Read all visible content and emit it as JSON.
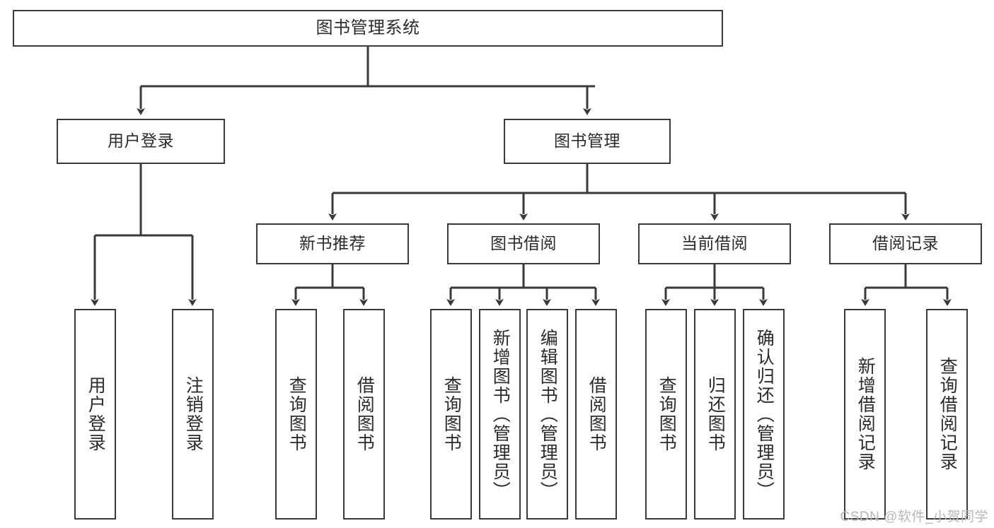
{
  "diagram": {
    "title": "图书管理系统",
    "type": "tree-hierarchy-diagram",
    "colors": {
      "background": "#ffffff",
      "box_border": "#3a3a3a",
      "box_fill": "#ffffff",
      "edge": "#3a3a3a",
      "text": "#2b2b2b",
      "watermark": "#b7b7b7"
    }
  },
  "root": {
    "label": "图书管理系统"
  },
  "level2": [
    {
      "label": "用户登录"
    },
    {
      "label": "图书管理"
    }
  ],
  "level3": [
    {
      "label": "新书推荐"
    },
    {
      "label": "图书借阅"
    },
    {
      "label": "当前借阅"
    },
    {
      "label": "借阅记录"
    }
  ],
  "leaves": {
    "user_login": [
      {
        "label": "用户登录"
      },
      {
        "label": "注销登录"
      }
    ],
    "new_book_recommend": [
      {
        "label": "查询图书"
      },
      {
        "label": "借阅图书"
      }
    ],
    "book_borrow": [
      {
        "label": "查询图书"
      },
      {
        "label": "新增图书（管理员）"
      },
      {
        "label": "编辑图书（管理员）"
      },
      {
        "label": "借阅图书"
      }
    ],
    "current_borrow": [
      {
        "label": "查询图书"
      },
      {
        "label": "归还图书"
      },
      {
        "label": "确认归还（管理员）"
      }
    ],
    "borrow_record": [
      {
        "label": "新增借阅记录"
      },
      {
        "label": "查询借阅记录"
      }
    ]
  },
  "watermark": {
    "text": "CSDN @软件_小贺同学"
  }
}
